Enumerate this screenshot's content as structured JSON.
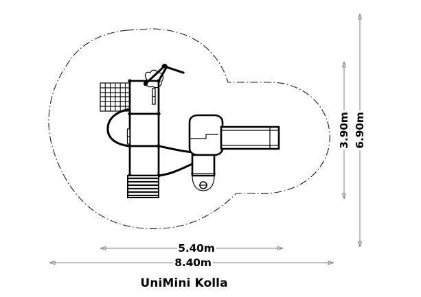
{
  "drawing": {
    "title": "UniMini Kolla",
    "type": "playground-equipment-plan-view",
    "background_color": "#ffffff",
    "line_color": "#000000",
    "dimension_line_color": "#9a9a9a"
  },
  "dimensions": {
    "horizontal": [
      {
        "id": "equipment-width",
        "label": "5.40m",
        "value": 5.4,
        "unit": "m",
        "position": "inner"
      },
      {
        "id": "safety-zone-width",
        "label": "8.40m",
        "value": 8.4,
        "unit": "m",
        "position": "outer"
      }
    ],
    "vertical": [
      {
        "id": "equipment-depth",
        "label": "3.90m",
        "value": 3.9,
        "unit": "m",
        "position": "inner"
      },
      {
        "id": "safety-zone-depth",
        "label": "6.90m",
        "value": 6.9,
        "unit": "m",
        "position": "outer"
      }
    ]
  },
  "elements": {
    "safety_zone": "safety-zone-outline",
    "climbing_net": "climbing-net-icon",
    "platform_deck": "platform-deck",
    "stairs": "stairs-icon",
    "slide": "slide-chute",
    "slide_tower": "slide-tower",
    "climbing_bar": "climbing-bar-icon",
    "curved_rail": "curved-rail",
    "tunnel_connector": "tunnel-connector"
  }
}
